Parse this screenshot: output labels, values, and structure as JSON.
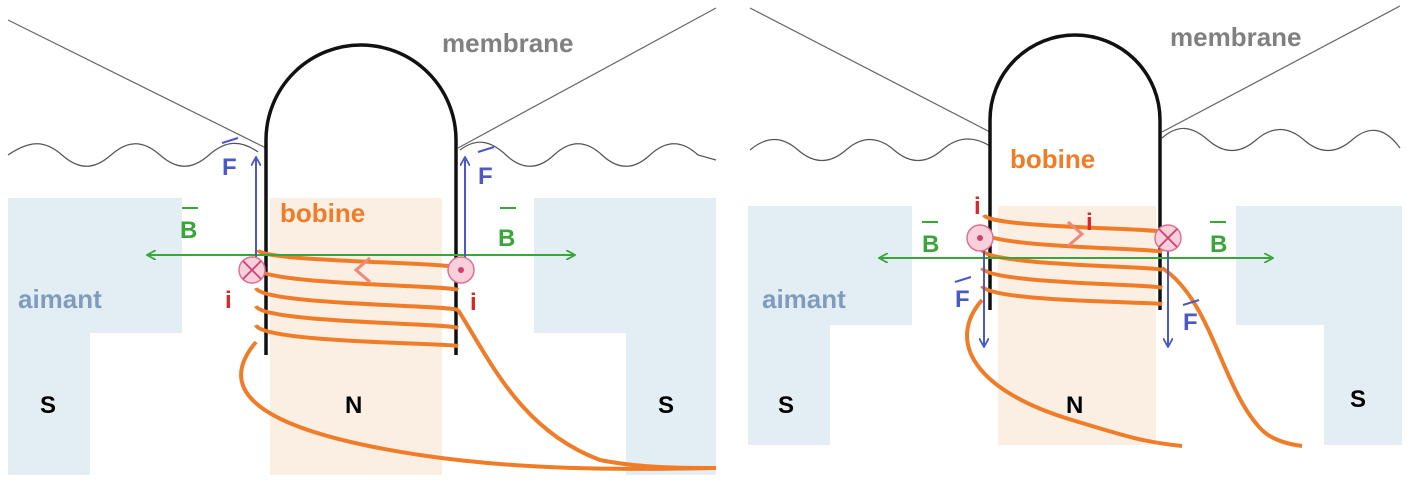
{
  "left_panel": {
    "membrane": "membrane",
    "bobine": "bobine",
    "aimant": "aimant",
    "pole_south": "S",
    "pole_north": "N",
    "field_label": "B",
    "force_label": "F",
    "current_label": "i"
  },
  "right_panel": {
    "membrane": "membrane",
    "bobine": "bobine",
    "aimant": "aimant",
    "pole_south": "S",
    "pole_north": "N",
    "field_label": "B",
    "force_label": "F",
    "current_label": "i"
  },
  "colors": {
    "magnet": "#e3eef4",
    "north_core": "#fbeee3",
    "coil": "#f07c28",
    "field": "#3aa53a",
    "force": "#4a58c8",
    "current": "#d82828",
    "current_marker": "#f8d0dc",
    "membrane_label": "#808080",
    "aimant_label": "#7f9cc0"
  }
}
